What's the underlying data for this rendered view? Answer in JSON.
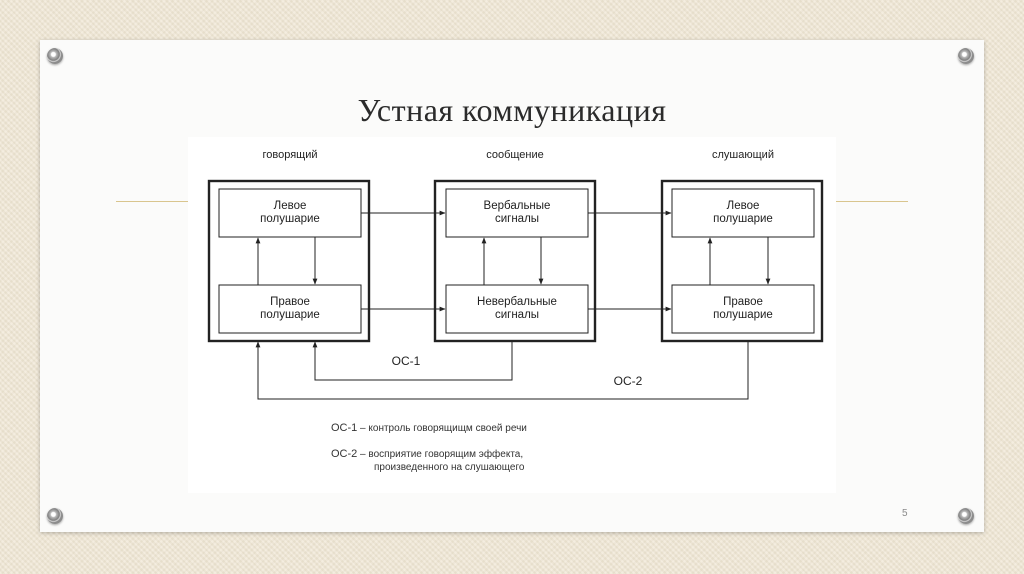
{
  "slide": {
    "title": "Устная коммуникация",
    "page_number": "5"
  },
  "diagram": {
    "columns": {
      "speaker": "говорящий",
      "message": "сообщение",
      "listener": "слушающий"
    },
    "speaker_box": {
      "top": "Левое\nполушарие",
      "bottom": "Правое\nполушарие"
    },
    "message_box": {
      "top": "Вербальные\nсигналы",
      "bottom": "Невербальные\nсигналы"
    },
    "listener_box": {
      "top": "Левое\nполушарие",
      "bottom": "Правое\nполушарие"
    },
    "feedback": {
      "oc1": "ОС-1",
      "oc2": "ОС-2"
    },
    "legend": {
      "oc1_key": "ОС-1",
      "oc1_text": " – контроль говорящищм своей речи",
      "oc2_key": "ОС-2",
      "oc2_text": " – восприятие говорящим эффекта,",
      "oc2_text_line2": "произведенного на слушающего"
    }
  }
}
